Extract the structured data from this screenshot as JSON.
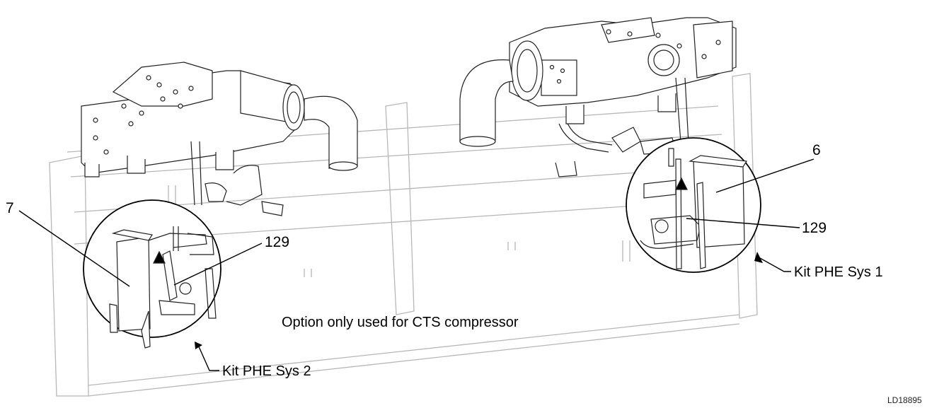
{
  "callouts": {
    "item_6": "6",
    "item_7": "7",
    "item_129_right": "129",
    "item_129_left": "129"
  },
  "kits": {
    "sys1": "Kit PHE Sys 1",
    "sys2": "Kit PHE Sys 2"
  },
  "note": "Option only used for CTS compressor",
  "drawing_code": "LD18895",
  "colors": {
    "line": "#000000",
    "faint_line": "#b8b8b8",
    "component_line": "#222222",
    "background": "#ffffff"
  }
}
